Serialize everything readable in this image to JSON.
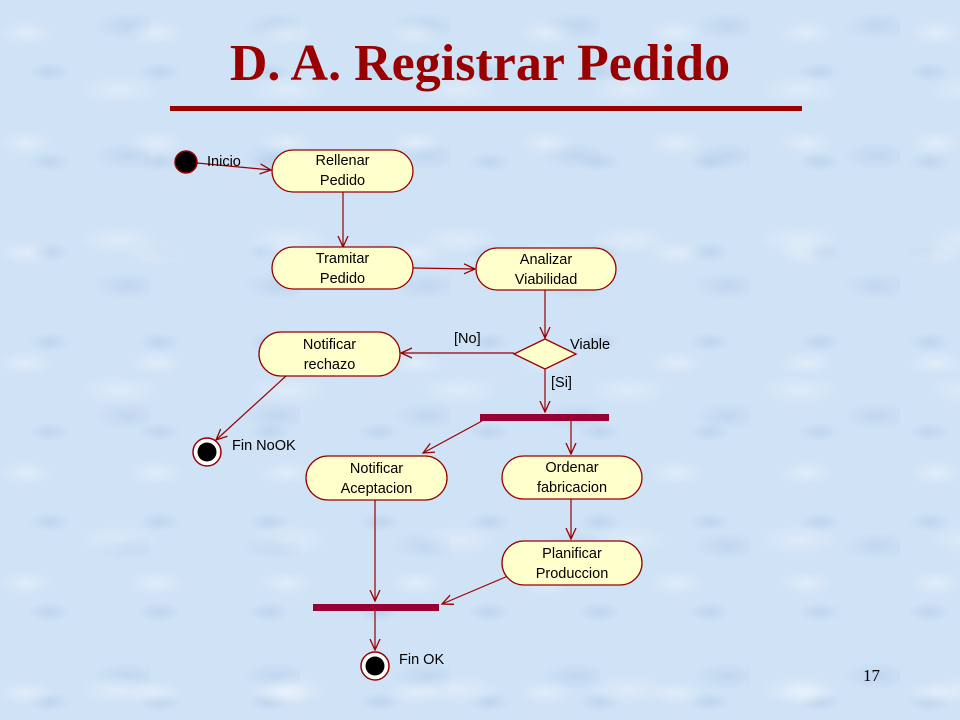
{
  "slide": {
    "title": "D. A. Registrar Pedido",
    "page_number": "17",
    "title_color": "#990000"
  },
  "diagram": {
    "activities": {
      "rellenar_pedido": [
        "Rellenar",
        "Pedido"
      ],
      "tramitar_pedido": [
        "Tramitar",
        "Pedido"
      ],
      "analizar_viabilidad": [
        "Analizar",
        "Viabilidad"
      ],
      "notificar_rechazo": [
        "Notificar",
        "rechazo"
      ],
      "notificar_aceptacion": [
        "Notificar",
        "Aceptacion"
      ],
      "ordenar_fabricacion": [
        "Ordenar",
        "fabricacion"
      ],
      "planificar_produccion": [
        "Planificar",
        "Produccion"
      ]
    },
    "labels": {
      "inicio": "Inicio",
      "viable": "Viable",
      "guard_no": "[No]",
      "guard_si": "[Si]",
      "fin_nook": "Fin NoOK",
      "fin_ok": "Fin OK"
    },
    "colors": {
      "activity_fill": "#ffffcc",
      "activity_stroke": "#990000",
      "bar": "#990033",
      "arrow": "#990000"
    }
  }
}
